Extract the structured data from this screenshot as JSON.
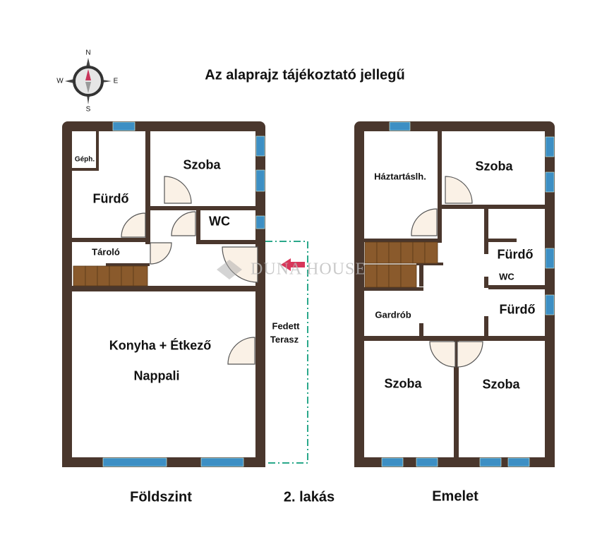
{
  "title": "Az alaprajz tájékoztató jellegű",
  "compass": {
    "n": "N",
    "s": "S",
    "e": "E",
    "w": "W"
  },
  "ground_floor": {
    "label": "Földszint",
    "rooms": {
      "geph": "Géph.",
      "furdo": "Fürdő",
      "szoba": "Szoba",
      "wc": "WC",
      "tarolo": "Tároló",
      "konyha": "Konyha + Étkező",
      "nappali": "Nappali",
      "terasz_line1": "Fedett",
      "terasz_line2": "Terasz"
    }
  },
  "center_label": "2. lakás",
  "upper_floor": {
    "label": "Emelet",
    "rooms": {
      "haztartas": "Háztartáslh.",
      "szoba1": "Szoba",
      "furdo_wc": "Fürdő",
      "wc": "WC",
      "furdo2": "Fürdő",
      "gardrob": "Gardrób",
      "szoba2": "Szoba",
      "szoba3": "Szoba"
    }
  },
  "watermark": "DUNA HOUSE",
  "colors": {
    "wall": "#4a372d",
    "window": "#3d8fc4",
    "stairs": "#8a5a2c",
    "terrace": "#2aa88a",
    "arrow": "#d8365a",
    "door": "#faf1e6"
  }
}
